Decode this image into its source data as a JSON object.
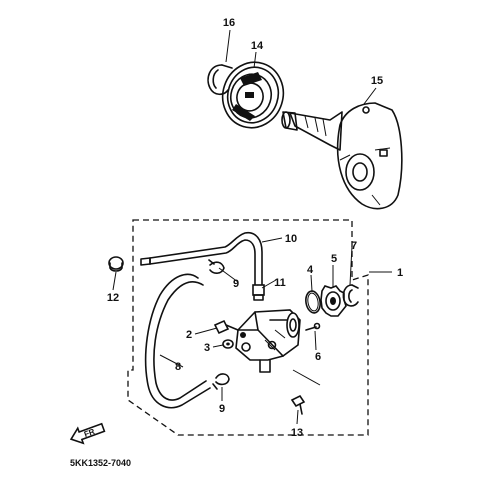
{
  "diagram": {
    "callouts": [
      {
        "id": "1",
        "label": "1"
      },
      {
        "id": "2",
        "label": "2"
      },
      {
        "id": "3",
        "label": "3"
      },
      {
        "id": "4",
        "label": "4"
      },
      {
        "id": "5",
        "label": "5"
      },
      {
        "id": "6",
        "label": "6"
      },
      {
        "id": "7",
        "label": "7"
      },
      {
        "id": "8",
        "label": "8"
      },
      {
        "id": "9a",
        "label": "9"
      },
      {
        "id": "9b",
        "label": "9"
      },
      {
        "id": "10",
        "label": "10"
      },
      {
        "id": "11",
        "label": "11"
      },
      {
        "id": "12",
        "label": "12"
      },
      {
        "id": "13",
        "label": "13"
      },
      {
        "id": "14",
        "label": "14"
      },
      {
        "id": "15",
        "label": "15"
      },
      {
        "id": "16",
        "label": "16"
      }
    ],
    "direction_marker": "FR",
    "drawing_code": "5KK1352-7040"
  }
}
